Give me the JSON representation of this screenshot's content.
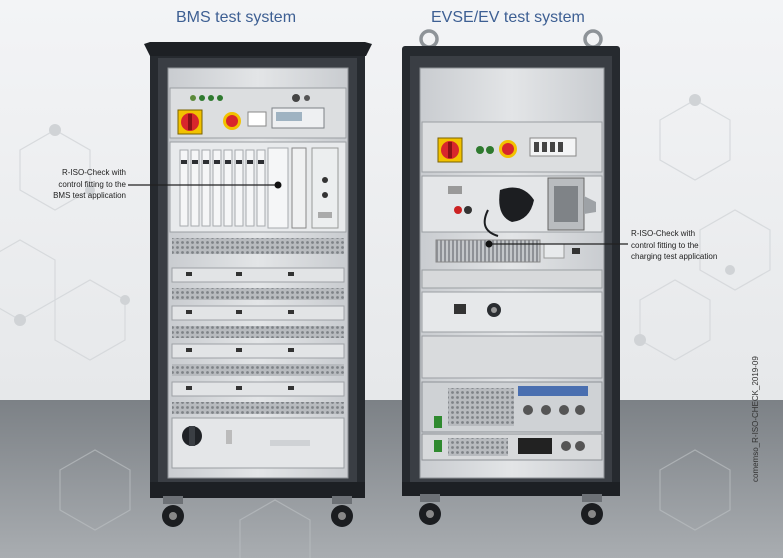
{
  "titles": {
    "bms": "BMS test system",
    "evse": "EVSE/EV test system"
  },
  "callouts": {
    "bms": [
      "R-ISO-Check with",
      "control fitting to the",
      "BMS test application"
    ],
    "evse": [
      "R-ISO-Check with",
      "control fitting to the",
      "charging test application"
    ]
  },
  "footer": {
    "document_id": "comemso_R-ISO-CHECK_2019-09"
  },
  "colors": {
    "title": "#3d5f93",
    "cabinet_frame": "#262a2f",
    "rack_panel": "#d9dbdd",
    "emergency_stop": "#d8262c",
    "switch_yellow": "#f2c200"
  }
}
